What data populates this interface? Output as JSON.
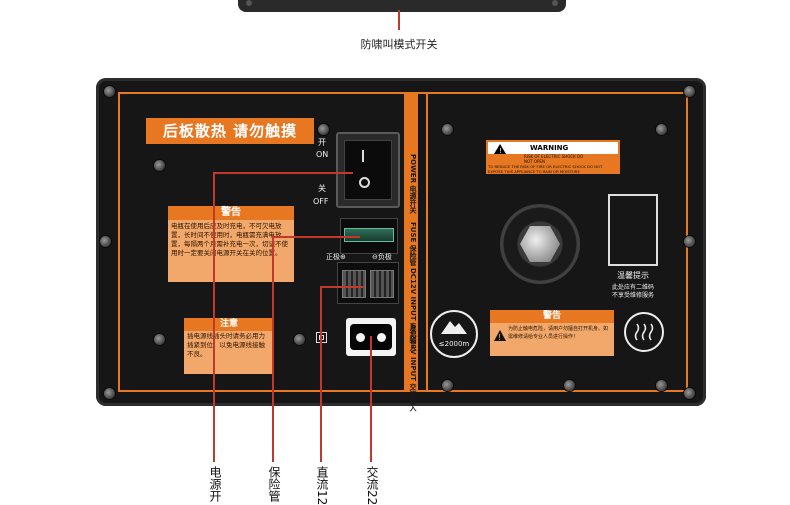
{
  "top": {
    "caption": "防啸叫模式开关"
  },
  "panel": {
    "heat_banner": "后板散热 请勿触摸",
    "switch": {
      "on_cn": "开",
      "on_en": "ON",
      "off_cn": "关",
      "off_en": "OFF"
    },
    "strip_labels": {
      "power": "POWER 电源开关",
      "fuse": "FUSE 保险管",
      "dc": "DC12V INPUT 直流输入",
      "ac": "AC220V INPUT 交流输入"
    },
    "fuse_polarity": {
      "positive": "正极⊕",
      "negative": "⊖负极"
    },
    "warning_box": {
      "title": "警告",
      "text": "电瓶在使用后应及时充电，不可欠电放置，长时间不使用时，电瓶需充满电放置，每隔两个月需补充电一次，切记不使用时一定要关闭电源开关在关的位置。"
    },
    "note_box": {
      "title": "注意",
      "text": "插电源线插头时请务必用力插紧到位，以免电源线接触不良。"
    },
    "warning_label": {
      "heading": "WARNING",
      "sub": "RISK OF ELECTRIC SHOCK DO NOT OPEN",
      "line": "TO REDUCE THE RISK OF FIRE OR ELECTRIC SHOCK DO NOT EXPOSE THIS APPLIANCE TO RAIN OR MOISTURE"
    },
    "qr": {
      "title": "温馨提示",
      "line1": "此处应有二维码",
      "line2": "不享受维修服务"
    },
    "altitude": "≤2000m",
    "warning_box2": {
      "title": "警告",
      "text": "为防止触电危险，请用户勿擅自打开机身。如需维修请给专业人员进行操作！"
    }
  },
  "callouts": [
    "电源开",
    "保险管",
    "直流12",
    "交流22"
  ],
  "colors": {
    "accent": "#e87722",
    "panel": "#161616",
    "leader": "#c0392b"
  }
}
